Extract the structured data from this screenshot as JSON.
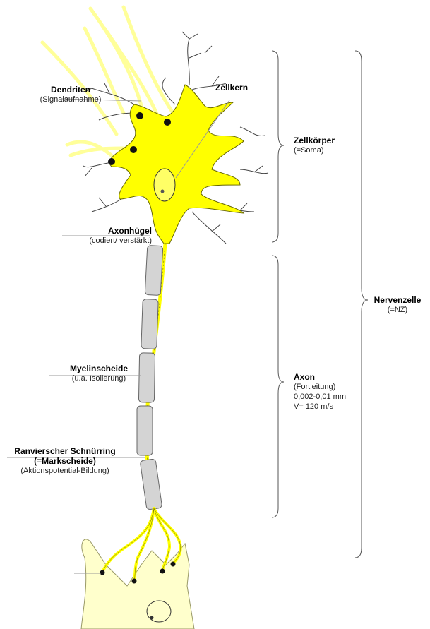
{
  "labels": {
    "dendriten": {
      "title": "Dendriten",
      "sub": "(Signalaufnahme)"
    },
    "zellkern": {
      "title": "Zellkern"
    },
    "zellkoerper": {
      "title": "Zellkörper",
      "sub": "(=Soma)"
    },
    "axonhuegel": {
      "title": "Axonhügel",
      "sub": "(codiert/ verstärkt)"
    },
    "nervenzelle": {
      "title": "Nervenzelle",
      "sub": "(=NZ)"
    },
    "myelinscheide": {
      "title": "Myelinscheide",
      "sub": "(u.a. Isolierung)"
    },
    "axon": {
      "title": "Axon",
      "line1": "(Fortleitung)",
      "line2": "0,002-0,01 mm",
      "line3": "V= 120 m/s"
    },
    "ranvier": {
      "title": "Ranvierscher Schnürring",
      "title2": "(=Markscheide)",
      "sub": "(Aktionspotential-Bildung)"
    }
  },
  "colors": {
    "neuron": "#ffff00",
    "neuron_outline": "#666600",
    "pale_dendrite": "#ffff99",
    "target_cell": "#ffffcc",
    "myelin": "#d4d4d4",
    "leader_line": "#999999",
    "brace": "#555555"
  }
}
